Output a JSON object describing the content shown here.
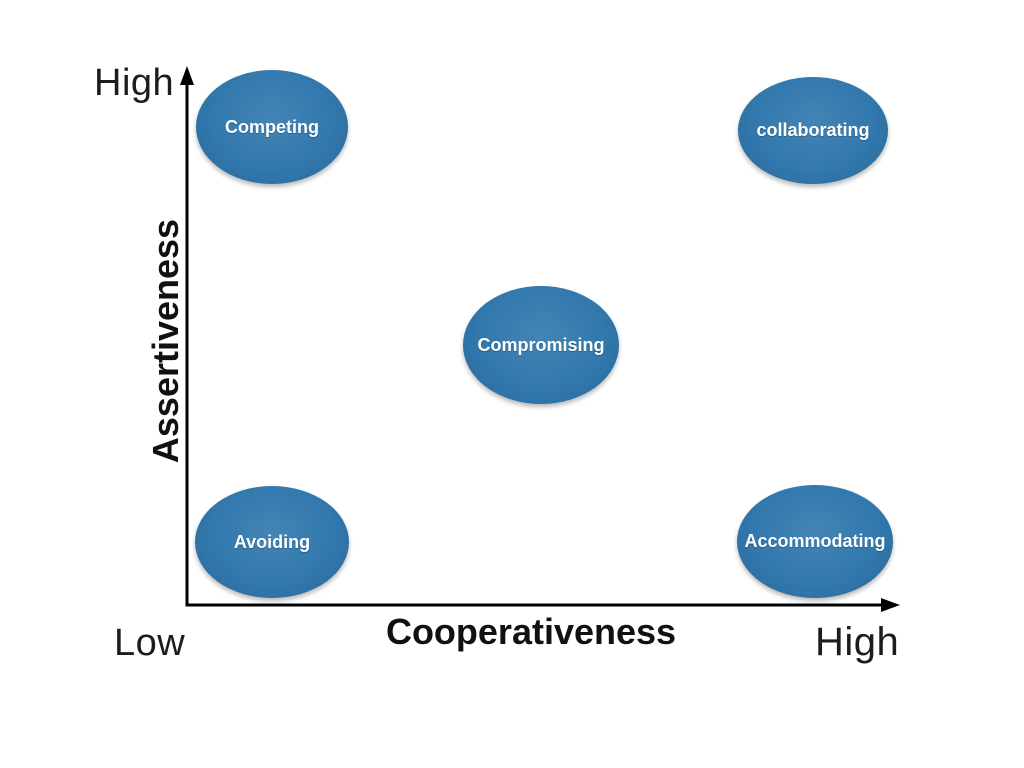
{
  "diagram": {
    "y_axis": {
      "label": "Assertiveness",
      "max_label": "High"
    },
    "x_axis": {
      "label": "Cooperativeness",
      "min_label": "Low",
      "max_label": "High"
    },
    "nodes": [
      {
        "id": "competing",
        "label": "Competing",
        "assertiveness": "High",
        "cooperativeness": "Low"
      },
      {
        "id": "collaborating",
        "label": "collaborating",
        "assertiveness": "High",
        "cooperativeness": "High"
      },
      {
        "id": "compromising",
        "label": "Compromising",
        "assertiveness": "Medium",
        "cooperativeness": "Medium"
      },
      {
        "id": "avoiding",
        "label": "Avoiding",
        "assertiveness": "Low",
        "cooperativeness": "Low"
      },
      {
        "id": "accommodating",
        "label": "Accommodating",
        "assertiveness": "Low",
        "cooperativeness": "High"
      }
    ],
    "colors": {
      "node_fill": "#2E76AC",
      "node_text": "#FFFFFF",
      "axis": "#000000"
    }
  }
}
